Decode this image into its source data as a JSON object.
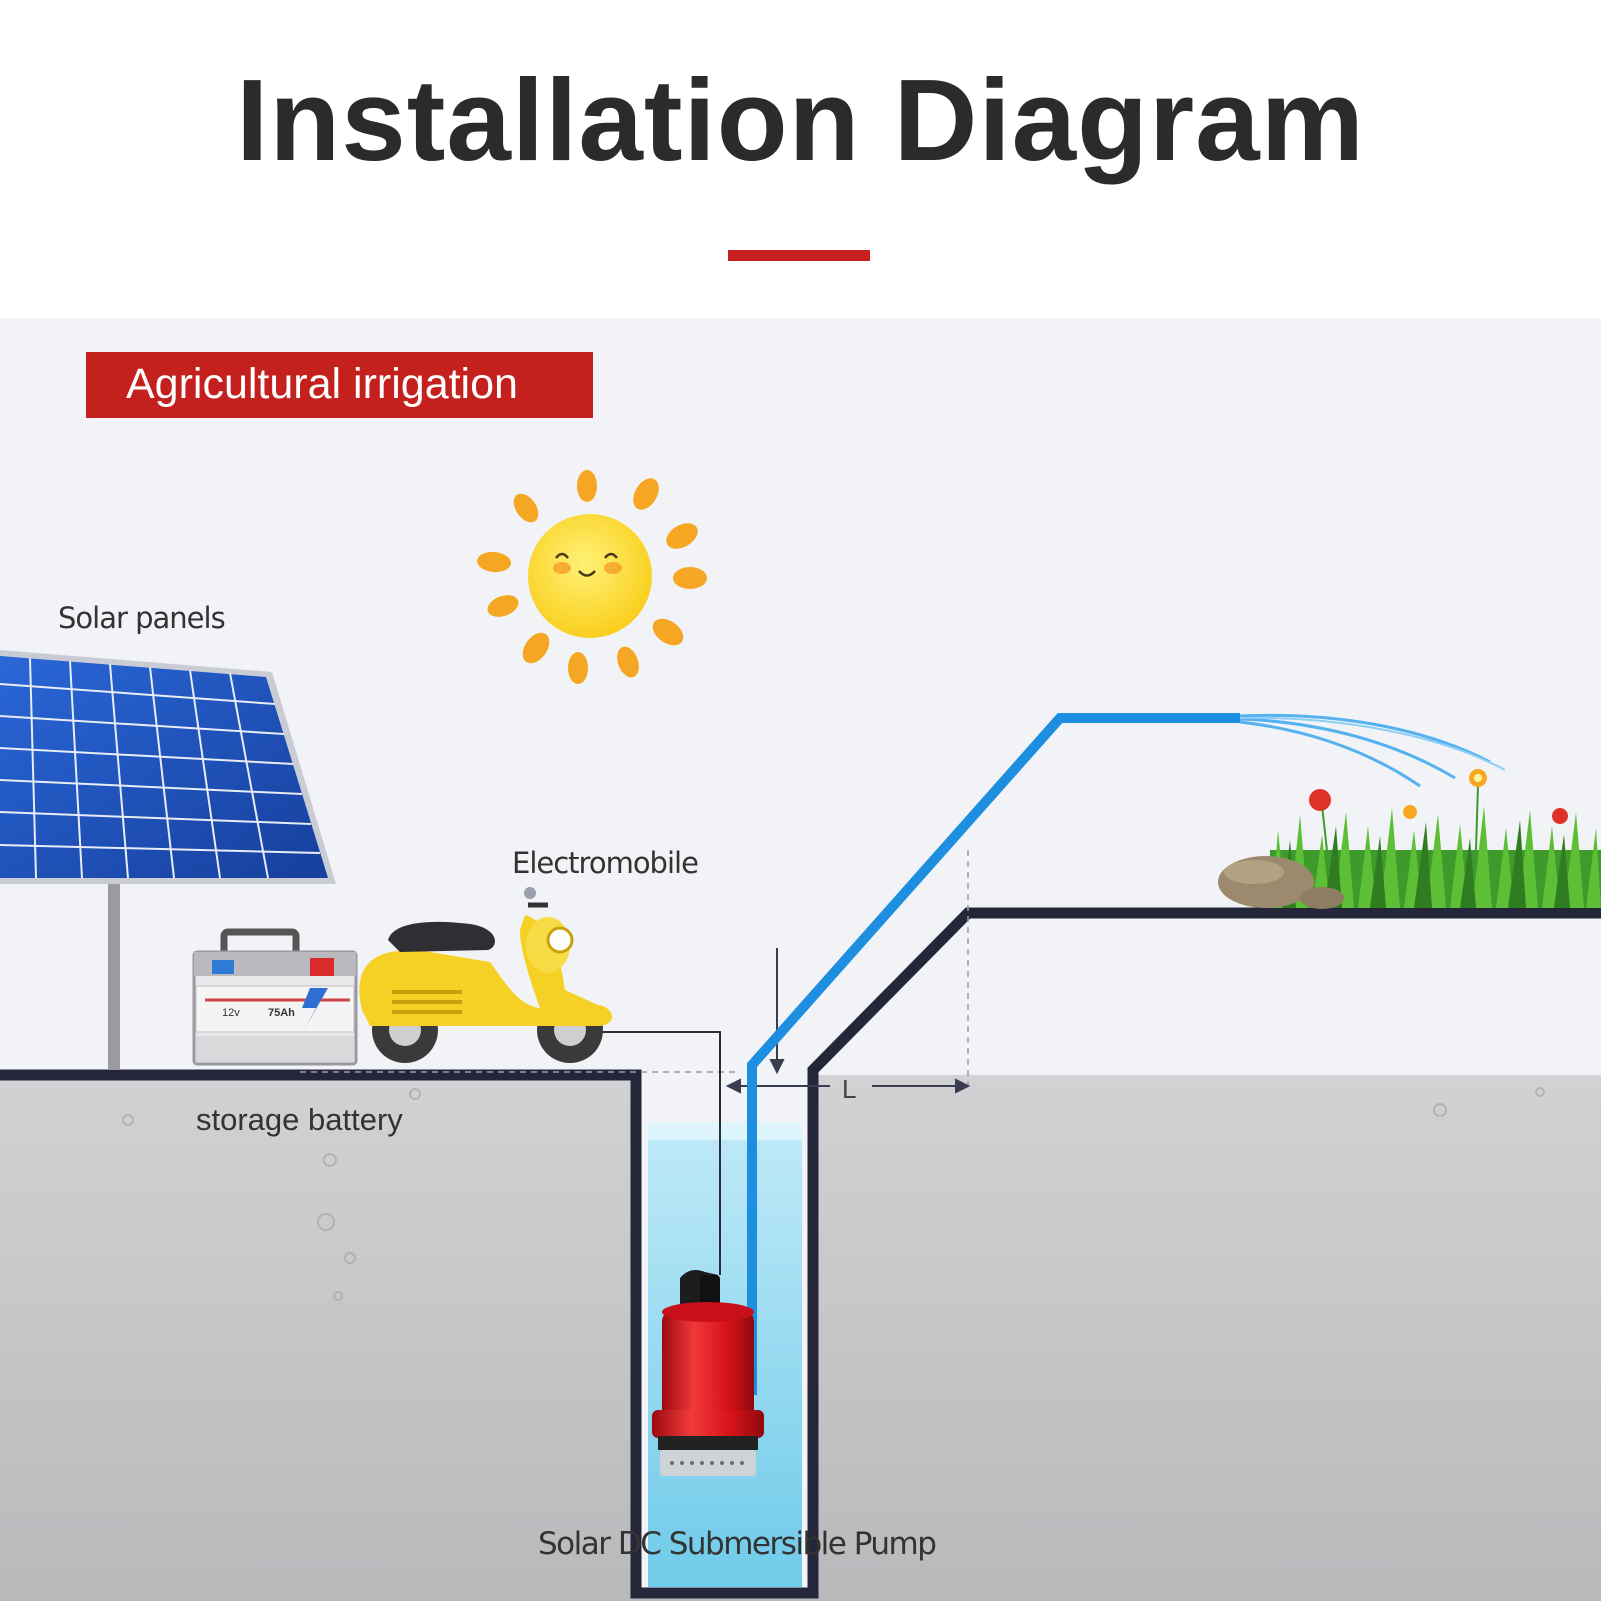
{
  "header": {
    "title": "Installation Diagram"
  },
  "badge": {
    "text": "Agricultural irrigation"
  },
  "labels": {
    "solar_panels": "Solar panels",
    "electromobile": "Electromobile",
    "storage_battery": "storage battery",
    "pump": "Solar DC Submersible Pump",
    "distance": "L"
  },
  "battery_markings": {
    "voltage": "12v",
    "capacity": "75Ah"
  },
  "colors": {
    "accent_red": "#c4201d",
    "pipe_blue": "#1e8ee0",
    "ground_gray": "#c8c8ca",
    "sky": "#f2f3f7",
    "sun_yellow": "#fbd92a",
    "sun_rays": "#f5a623",
    "panel_blue": "#1f4fb8",
    "scooter_yellow": "#f6d125",
    "pump_red": "#d8121a",
    "water": "#8fd8f2",
    "outline_navy": "#24273a"
  },
  "icons": [
    "sun-icon",
    "solar-panel-icon",
    "battery-icon",
    "scooter-icon",
    "pump-icon",
    "grass-icon",
    "rock-icon"
  ]
}
